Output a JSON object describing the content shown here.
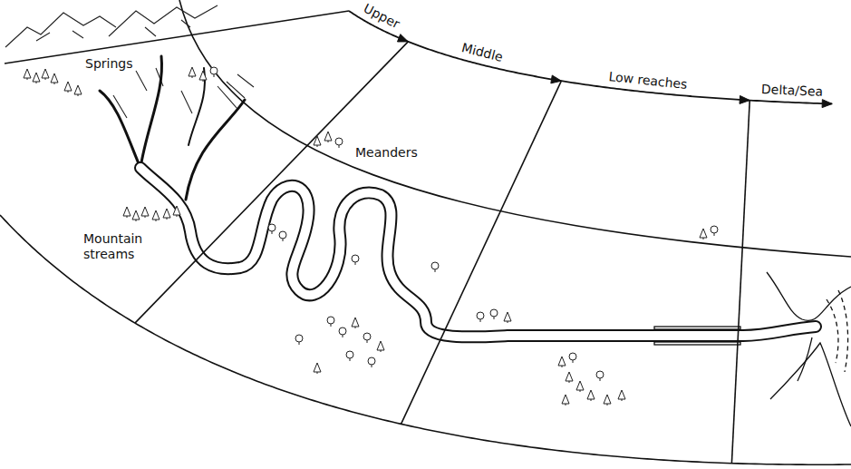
{
  "diagram": {
    "labels": [
      "Upper",
      "Middle",
      "Low reaches",
      "Delta/Sea",
      "Springs",
      "Mountain streams",
      "Meanders"
    ]
  }
}
